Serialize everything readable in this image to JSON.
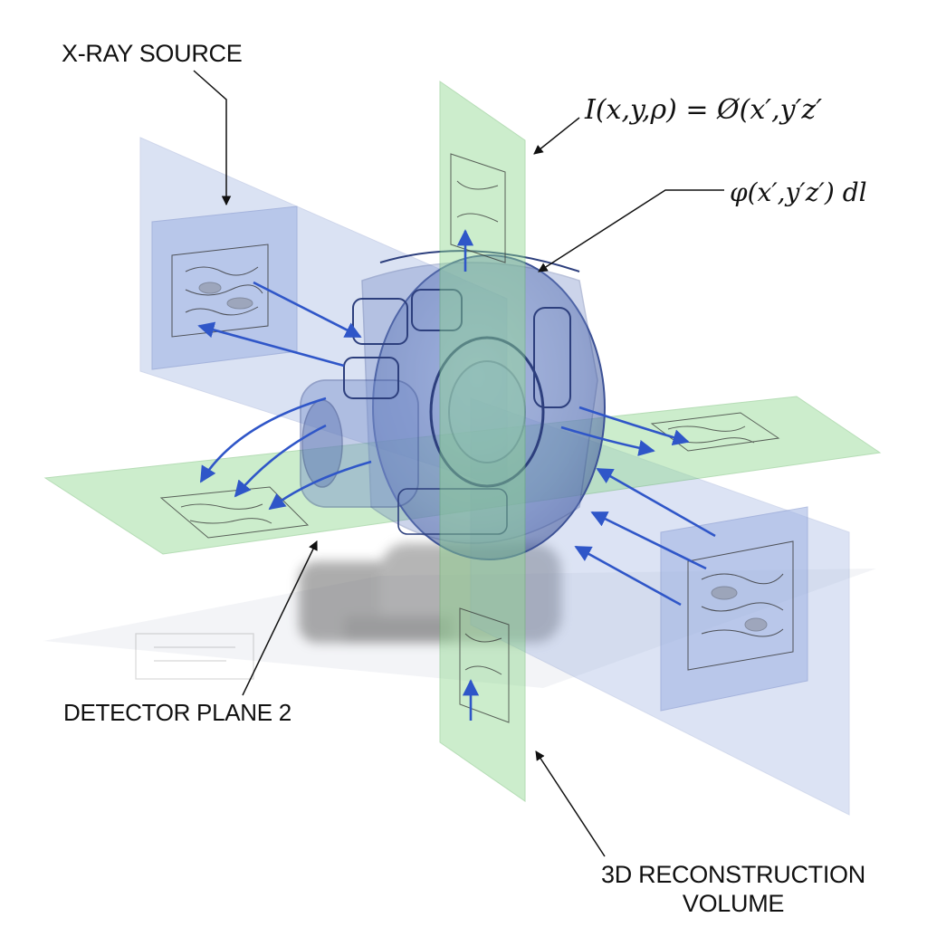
{
  "labels": {
    "xray_source": "X-RAY SOURCE",
    "detector_plane_2": "DETECTOR PLANE 2",
    "recon_volume_line1": "3D RECONSTRUCTION",
    "recon_volume_line2": "VOLUME"
  },
  "equations": {
    "intensity": "I(x,y,ρ) = Ø(x′,y′z′",
    "line_integral": "φ(x′,y′z′) dl"
  },
  "colors": {
    "blue_plane": "#8ea6dc",
    "green_plane": "#8fd88f",
    "ray_arrow": "#2f56c8",
    "object_body": "#5d76b4",
    "label_text": "#111111"
  },
  "icons": [
    "arrow-icon"
  ]
}
